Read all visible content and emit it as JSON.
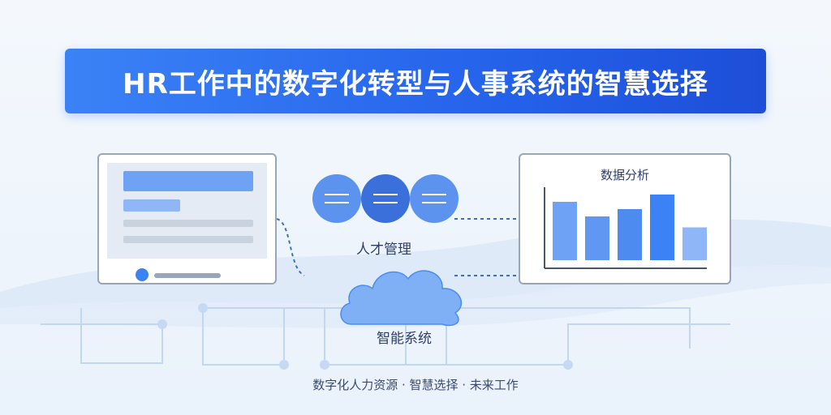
{
  "title": "HR工作中的数字化转型与人事系统的智慧选择",
  "labels": {
    "talent": "人才管理",
    "smart_system": "智能系统",
    "chart_title": "数据分析"
  },
  "footer": "数字化人力资源 · 智慧选择 · 未来工作",
  "icons": {
    "document": "document-screen-icon",
    "people": "people-group-icon",
    "cloud": "cloud-icon",
    "chart": "bar-chart-icon"
  },
  "colors": {
    "title_start": "#3b82f6",
    "title_end": "#1d4ed8",
    "accent": "#3b82f6",
    "text": "#2f3f6b"
  },
  "chart_data": {
    "type": "bar",
    "title": "数据分析",
    "categories": [
      "",
      "",
      "",
      "",
      ""
    ],
    "values": [
      80,
      60,
      70,
      90,
      45
    ],
    "colors": [
      "#6ea2f5",
      "#5f97f3",
      "#4d8bf1",
      "#3b82f6",
      "#8fb7f7"
    ],
    "ylim": [
      0,
      100
    ],
    "xlabel": "",
    "ylabel": ""
  }
}
